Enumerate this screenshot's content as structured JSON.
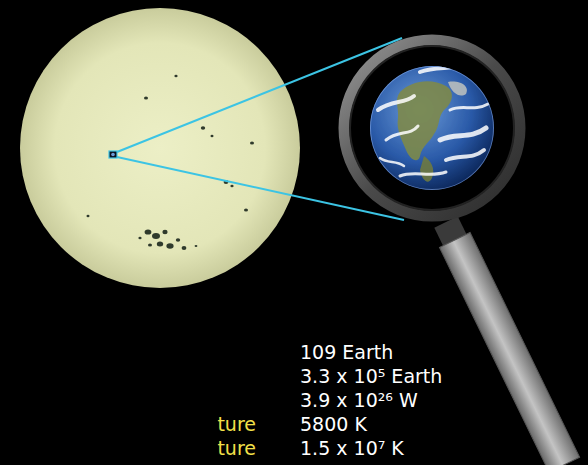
{
  "diagram": {
    "labels": [
      "109 Earth",
      "3.3 x 10⁵ Earth",
      "3.9 x 10²⁶ W",
      "ture",
      "5800 K",
      "ture",
      "1.5 x 10⁷ K"
    ]
  }
}
